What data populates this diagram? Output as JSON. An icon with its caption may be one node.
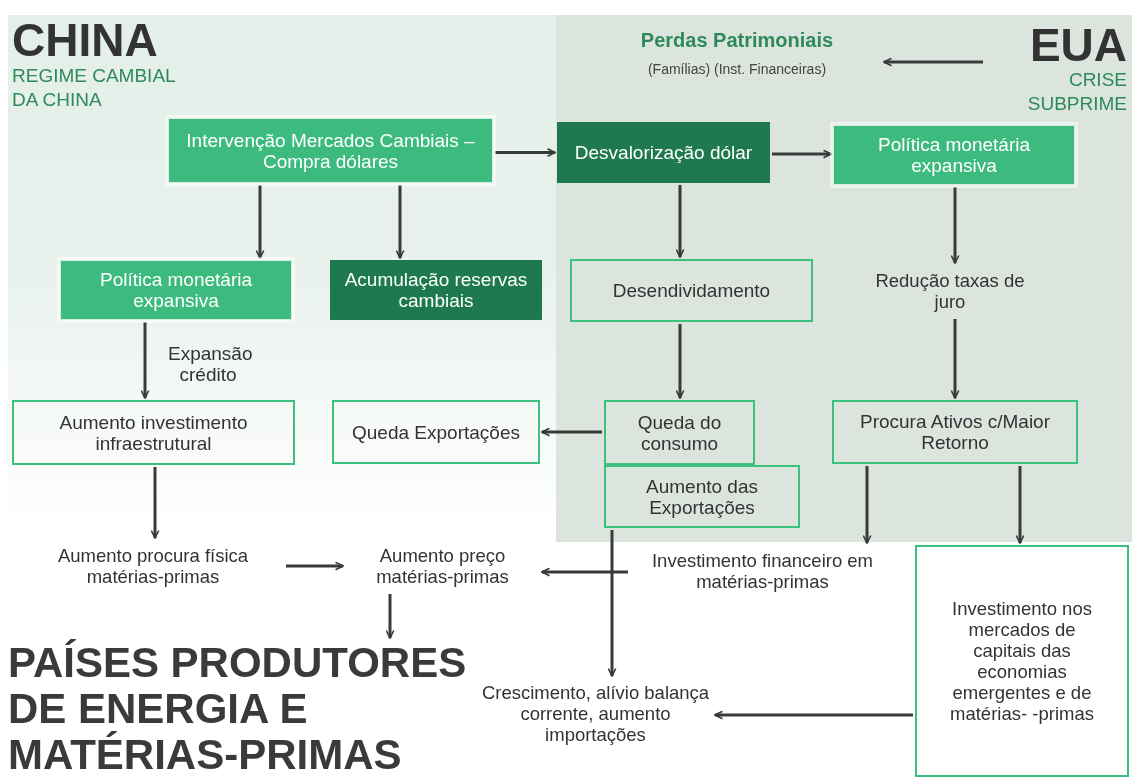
{
  "diagram": {
    "nodes": [
      {
        "text": [
          "EUA",
          "CRISE SUBPRIME"
        ]
      },
      {
        "text": [
          "Perdas Patrimoniais",
          "(Famílias) (Inst. Financeiras)"
        ]
      },
      {
        "text": [
          "Intervenção Mercados Cambiais – Compra dólares"
        ]
      },
      {
        "text": [
          "Desvalorização dólar"
        ]
      },
      {
        "text": [
          "Política monetária expansiva"
        ]
      },
      {
        "text": [
          "Política monetária expansiva"
        ]
      },
      {
        "text": [
          "Acumulação reservas cambiais"
        ]
      },
      {
        "text": [
          "Desendividamento"
        ]
      },
      {
        "text": [
          "Redução taxas de juro"
        ]
      },
      {
        "text": [
          "Aumento investimento infraestrutural"
        ]
      },
      {
        "text": [
          "Queda Exportações"
        ]
      },
      {
        "text": [
          "Queda do consumo"
        ]
      },
      {
        "text": [
          "Procura Ativos c/Maior Retorno"
        ]
      },
      {
        "text": [
          "Aumento das Exportações"
        ]
      },
      {
        "text": [
          "Aumento procura física matérias-primas"
        ]
      },
      {
        "text": [
          "Aumento preço matérias-primas"
        ]
      },
      {
        "text": [
          "Investimento financeiro em matérias-primas"
        ]
      },
      {
        "text": [
          "Investimento nos mercados de capitais das economias emergentes e de matérias- -primas"
        ]
      },
      {
        "text": [
          "PAÍSES PRODUTORES DE ENERGIA E MATÉRIAS-PRIMAS"
        ]
      },
      {
        "text": [
          "Crescimento, alívio balança corrente, aumento importações"
        ]
      }
    ],
    "edges": [
      {
        "from": 0,
        "to": 1,
        "arrow": "to"
      },
      {
        "from": 2,
        "to": 3,
        "arrow": "to"
      },
      {
        "from": 3,
        "to": 4,
        "arrow": "to"
      },
      {
        "from": 2,
        "to": 5,
        "arrow": "to"
      },
      {
        "from": 2,
        "to": 6,
        "arrow": "to"
      },
      {
        "from": 3,
        "to": 7,
        "arrow": "to"
      },
      {
        "from": 4,
        "to": 8,
        "arrow": "to"
      },
      {
        "from": 5,
        "to": 9,
        "arrow": "to",
        "label": "Expansão crédito"
      },
      {
        "from": 7,
        "to": 11,
        "arrow": "to"
      },
      {
        "from": 8,
        "to": 12,
        "arrow": "to"
      },
      {
        "from": 11,
        "to": 10,
        "arrow": "to"
      },
      {
        "from": 9,
        "to": 14,
        "arrow": "to"
      },
      {
        "from": 14,
        "to": 15,
        "arrow": "to"
      },
      {
        "from": 16,
        "to": 15,
        "arrow": "to"
      },
      {
        "from": 13,
        "to": 19,
        "arrow": "to"
      },
      {
        "from": 12,
        "to": 16,
        "arrow": "to"
      },
      {
        "from": 12,
        "to": 17,
        "arrow": "to"
      },
      {
        "from": 17,
        "to": 19,
        "arrow": "to"
      },
      {
        "from": 15,
        "to": 18,
        "arrow": "to"
      }
    ],
    "labels": [
      "CHINA",
      "REGIME CAMBIAL DA CHINA"
    ]
  }
}
